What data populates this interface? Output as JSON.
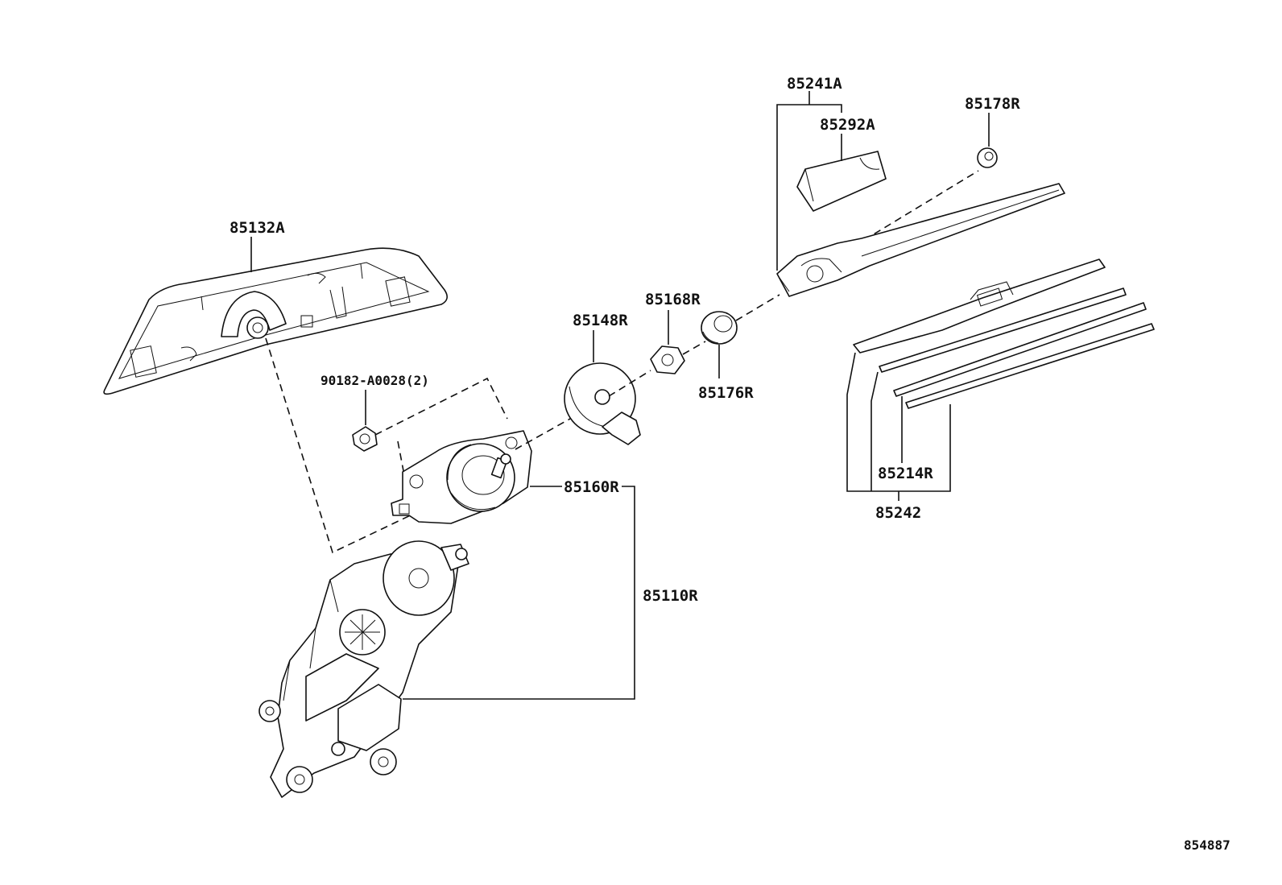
{
  "parts": {
    "p85132A": "85132A",
    "p90182": "90182-A0028(2)",
    "p85148R": "85148R",
    "p85168R": "85168R",
    "p85176R": "85176R",
    "p85160R": "85160R",
    "p85110R": "85110R",
    "p85241A": "85241A",
    "p85292A": "85292A",
    "p85178R": "85178R",
    "p85214R": "85214R",
    "p85242": "85242"
  },
  "diagram_id": "854887"
}
